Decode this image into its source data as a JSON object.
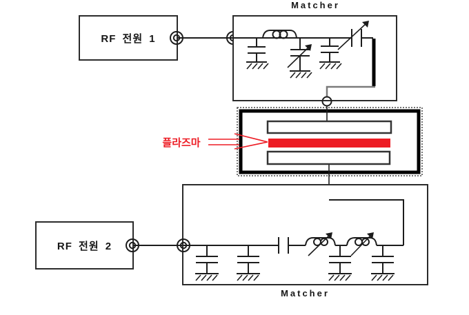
{
  "labels": {
    "matcher_top": "Matcher",
    "matcher_bottom": "Matcher",
    "rf_source_1": "RF 전원 1",
    "rf_source_2": "RF 전원 2",
    "plasma": "플라즈마"
  },
  "colors": {
    "line": "#1c1c1c",
    "plasma_red": "#ed1c24",
    "gray_wire": "#7a7a7a",
    "background": "#ffffff",
    "chamber_wall": "#000000"
  },
  "diagram": {
    "type": "rf-plasma-system-schematic",
    "matcher_top": {
      "label": "Matcher",
      "components": [
        "shunt-capacitor-to-ground",
        "inductor",
        "variable-shunt-capacitor-to-ground",
        "shunt-capacitor-to-ground",
        "series-variable-capacitor",
        "electrode-feed-bar"
      ]
    },
    "matcher_bottom": {
      "label": "Matcher",
      "components": [
        "shunt-capacitor-to-ground",
        "shunt-capacitor-to-ground",
        "series-capacitor",
        "variable-inductor",
        "shunt-capacitor-to-ground",
        "variable-inductor",
        "shunt-capacitor-to-ground"
      ]
    },
    "chamber": {
      "electrode_count": 2,
      "plasma_label": "플라즈마",
      "layers": [
        "upper-electrode",
        "plasma-region",
        "lower-electrode"
      ]
    },
    "sources": [
      {
        "label": "RF 전원 1",
        "connects_to": "matcher_top"
      },
      {
        "label": "RF 전원 2",
        "connects_to": "matcher_bottom"
      }
    ]
  }
}
